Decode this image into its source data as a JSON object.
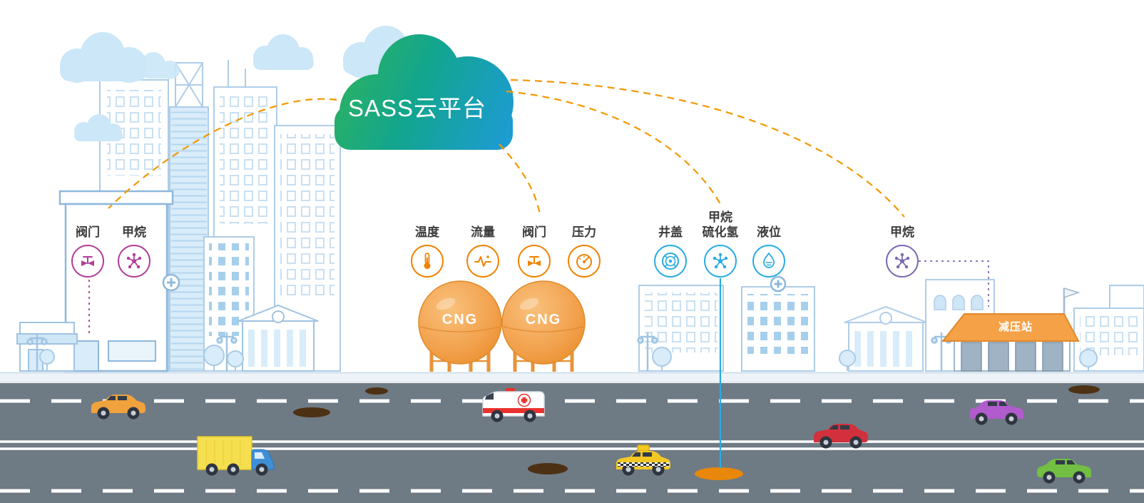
{
  "platform": {
    "title": "SASS云平台"
  },
  "sensor_groups": {
    "city": {
      "accent_color": "#b03e97",
      "items": [
        {
          "label": "阀门",
          "icon": "valve-icon"
        },
        {
          "label": "甲烷",
          "icon": "methane-icon"
        }
      ]
    },
    "cng_station": {
      "accent_color": "#f08300",
      "items": [
        {
          "label": "温度",
          "icon": "temperature-icon"
        },
        {
          "label": "流量",
          "icon": "flow-icon"
        },
        {
          "label": "阀门",
          "icon": "valve-icon"
        },
        {
          "label": "压力",
          "icon": "pressure-icon"
        }
      ]
    },
    "pipeline": {
      "accent_color": "#29abe2",
      "items": [
        {
          "label": "井盖",
          "icon": "manhole-icon"
        },
        {
          "label": "甲烷\n硫化氢",
          "icon": "gas-molecule-icon"
        },
        {
          "label": "液位",
          "icon": "liquid-level-icon"
        }
      ]
    },
    "reduction_station": {
      "accent_color": "#7b68b0",
      "items": [
        {
          "label": "甲烷",
          "icon": "methane-icon"
        }
      ]
    }
  },
  "scene_labels": {
    "cng_tank": "CNG",
    "pressure_reduction_station": "减压站"
  },
  "palette": {
    "connector_dash": "#f39800",
    "cloud_green": "#2db25f",
    "cloud_blue": "#1e9bd7",
    "road_gray": "#6e7a84",
    "tank_orange": "#f2a24e",
    "city_line_blue": "#aecde8",
    "vehicle_colors": {
      "car_left": "#f0a23c",
      "truck_box": "#f6df4f",
      "truck_cab": "#3f8fd6",
      "ambulance_red": "#e8322e",
      "taxi_yellow": "#f3c824",
      "car_red": "#d2303c",
      "car_purple": "#b05ccc",
      "car_green": "#72bf44"
    }
  }
}
